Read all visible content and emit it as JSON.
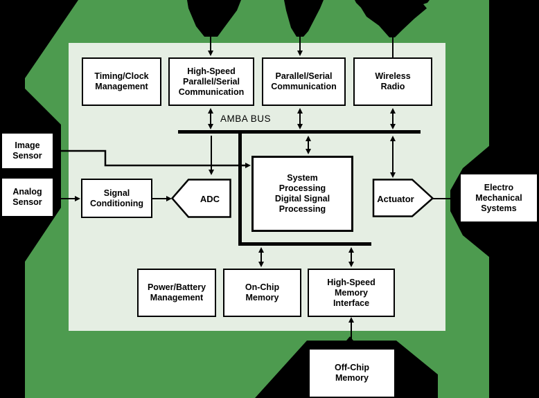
{
  "diagram": {
    "bus_label": "AMBA BUS",
    "blocks": {
      "timing": "Timing/Clock\nManagement",
      "hs_comm": "High-Speed\nParallel/Serial\nCommunication",
      "ps_comm": "Parallel/Serial\nCommunication",
      "wireless": "Wireless\nRadio",
      "signal_conditioning": "Signal\nConditioning",
      "adc": "ADC",
      "system_processing": "System\nProcessing\nDigital Signal\nProcessing",
      "actuator": "Actuator",
      "power": "Power/Battery\nManagement",
      "onchip": "On-Chip\nMemory",
      "hs_memory": "High-Speed\nMemory\nInterface"
    },
    "external": {
      "image_sensor": "Image\nSensor",
      "analog_sensor": "Analog\nSensor",
      "ems": "Electro\nMechanical\nSystems",
      "offchip": "Off-Chip\nMemory"
    },
    "colors": {
      "background": "#000000",
      "board_green": "#4d9b4f",
      "chip_panel": "#e5eee3",
      "block_fill": "#ffffff",
      "line_black": "#000000"
    }
  }
}
